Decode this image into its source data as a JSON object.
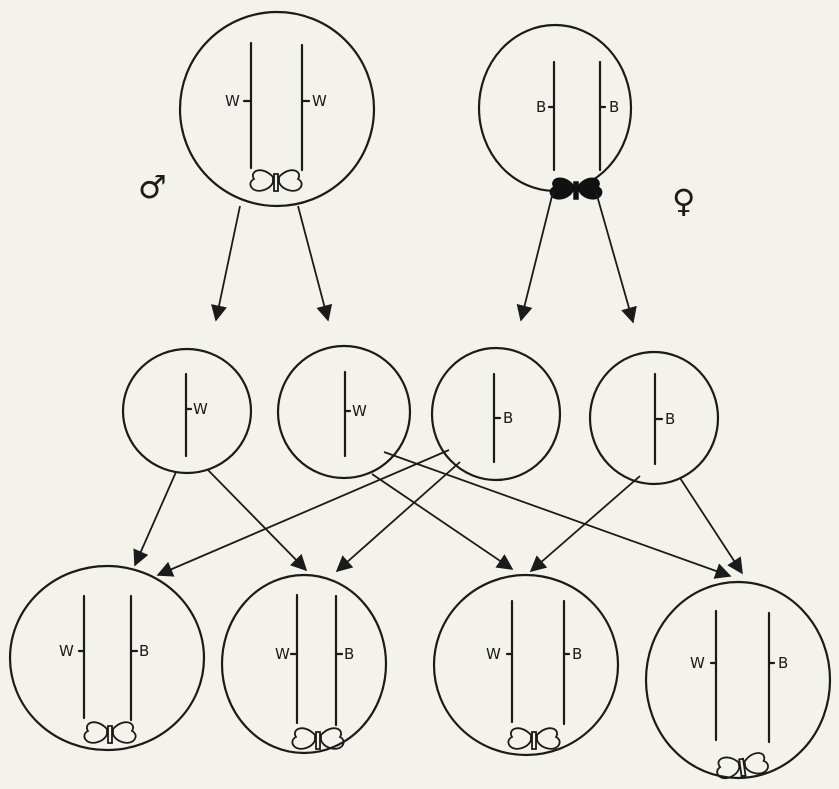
{
  "parents": {
    "male": {
      "symbol": "♂",
      "alleles": [
        "W",
        "W"
      ],
      "moth": "white"
    },
    "female": {
      "symbol": "♀",
      "alleles": [
        "B",
        "B"
      ],
      "moth": "black"
    }
  },
  "gametes": [
    {
      "allele": "W"
    },
    {
      "allele": "W"
    },
    {
      "allele": "B"
    },
    {
      "allele": "B"
    }
  ],
  "offspring": [
    {
      "alleles": [
        "W",
        "B"
      ],
      "moth": "white"
    },
    {
      "alleles": [
        "W",
        "B"
      ],
      "moth": "white"
    },
    {
      "alleles": [
        "W",
        "B"
      ],
      "moth": "white"
    },
    {
      "alleles": [
        "W",
        "B"
      ],
      "moth": "white"
    }
  ]
}
